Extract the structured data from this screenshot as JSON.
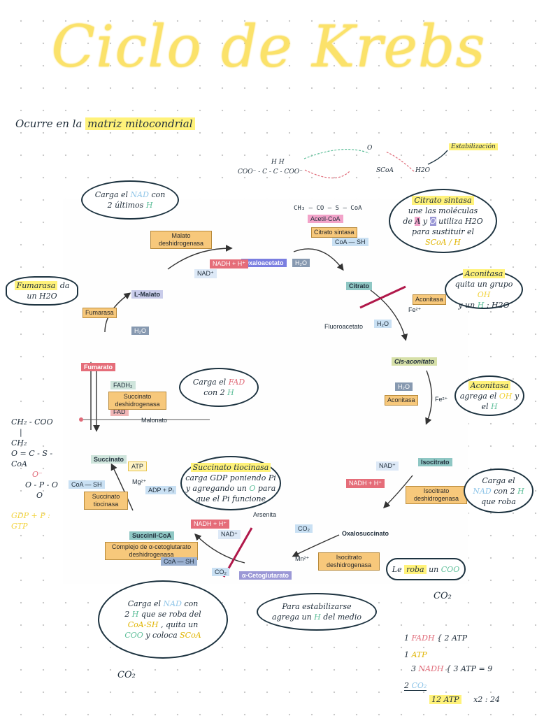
{
  "title": "Ciclo de Krebs",
  "subtitle": {
    "prefix": "Ocurre en la",
    "highlight": "matriz mitocondrial"
  },
  "stabilization": {
    "label": "Estabilización",
    "left_formula": "COO⁻ - C - C - COO⁻",
    "h_marks": "H    H",
    "acetyl": "SCoA",
    "h2o": "H2O",
    "o_mark": "O"
  },
  "cycle": {
    "acetil_coa": "Acetil-CoA",
    "acetil_struct": "CH₃ — CO — S — CoA",
    "citrato_sintasa": "Citrato sintasa",
    "coa_sh_top": "CoA — SH",
    "citrato": "Citrato",
    "aconitasa_1": "Aconitasa",
    "fe2_1": "Fe²⁺",
    "fluoroacetato": "Fluoroacetato",
    "h2o_cis": "H₂O",
    "cis_aconitato": "Cis-aconitato",
    "h2o_acon2": "H₂O",
    "aconitasa_2": "Aconitasa",
    "fe2_2": "Fe²⁺",
    "isocitrato": "Isocitrato",
    "nad_iso": "NAD⁺",
    "nadh_iso": "NADH + H⁺",
    "isocitrato_dh_1": "Isocitrato deshidrogenasa",
    "oxalosuccinato": "Oxalosuccinato",
    "co2_oxs": "CO₂",
    "mn2": "Mn²⁺",
    "isocitrato_dh_2": "Isocitrato deshidrogenasa",
    "a_cetoglutarato": "α-Cetoglutarato",
    "co2_akg": "CO₂",
    "arsenita": "Arsenita",
    "nadh_akg": "NADH + H⁺",
    "nad_akg": "NAD⁺",
    "complejo": "Complejo de α-cetoglutarato deshidrogenasa",
    "coa_sh_akg": "CoA — SH",
    "succinil_coa": "Succinil-CoA",
    "adp_pi": "ADP + Pᵢ",
    "atp": "ATP",
    "mg2": "Mg²⁺",
    "coa_sh_succ": "CoA — SH",
    "succinato_tioc": "Succinato tiocinasa",
    "succinato": "Succinato",
    "malonato": "Malonato",
    "fad": "FAD",
    "fadh2": "FADH₂",
    "succinato_dh": "Succinato deshidrogenasa",
    "fumarato": "Fumarato",
    "fumarasa": "Fumarasa",
    "h2o_fum": "H₂O",
    "l_malato": "L-Malato",
    "malato_dh": "Malato deshidrogenasa",
    "nadh_mal": "NADH + H⁺",
    "nad_mal": "NAD⁺",
    "oxaloacetato": "Oxaloacetato",
    "h2o_oxa": "H₂O"
  },
  "notes": {
    "nad_malato": {
      "l1": "Carga el",
      "nad": "NAD",
      "l1b": "con",
      "l2": "2 últimos",
      "h": "H"
    },
    "citrato_sintasa": {
      "l1": "Citrato sintasa",
      "l2": "une las moléculas",
      "l3a": "de",
      "a": "A",
      "y": "y",
      "o": "O",
      "l3b": "utiliza H2O",
      "l4": "para sustituir el",
      "l5": "SCoA / H"
    },
    "fumarasa": {
      "a": "Fumarasa",
      "b": "da",
      "c": "un H2O"
    },
    "aconitasa_1": {
      "l1": "Aconitasa",
      "l2": "quita un grupo",
      "oh": "OH",
      "l3": "y un",
      "h": "H",
      "l3b": ": H2O"
    },
    "fad": {
      "l1": "Carga el",
      "fad": "FAD",
      "l2": "con 2",
      "h": "H"
    },
    "aconitasa_2": {
      "l1": "Aconitasa",
      "l2": "agrega el",
      "oh": "OH",
      "l2b": "y",
      "l3": "el",
      "h": "H"
    },
    "succinato_tiocinasa": {
      "l1": "Succinato tiocinasa",
      "l2": "carga GDP poniendo Pi",
      "l3a": "y agregando un",
      "o": "O",
      "l3b": "para",
      "l4": "que el Pi funcione"
    },
    "nad_iso": {
      "l1": "Carga el",
      "nad": "NAD",
      "l2": "con 2",
      "h": "H",
      "l3": "que roba"
    },
    "roba_coo": {
      "a": "Le",
      "roba": "roba",
      "b": "un",
      "coo": "COO"
    },
    "co2_right": "CO₂",
    "nad_akg": {
      "l1a": "Carga el",
      "nad": "NAD",
      "l1b": "con",
      "l2a": "2",
      "h": "H",
      "l2b": "que se roba del",
      "coash": "CoA-SH",
      "l3": ", quita un",
      "coo": "COO",
      "l4": "y coloca",
      "scoa": "SCoA"
    },
    "co2_left": "CO₂",
    "estabilizarse": {
      "l1": "Para estabilizarse",
      "l2a": "agrega un",
      "h": "H",
      "l2b": "del medio"
    }
  },
  "left_formula": {
    "l1": "CH₂ - COO",
    "l2": "|",
    "l3": "CH₂",
    "l4": "O = C - S - CoA",
    "l5": "O⁻",
    "l6": "O - P - O",
    "l7": "O",
    "gdp": "GDP + P : GTP"
  },
  "tally": {
    "fadh": {
      "n": "1",
      "name": "FADH",
      "atp": "2 ATP"
    },
    "atp": {
      "n": "1",
      "name": "ATP"
    },
    "nadh": {
      "n": "3",
      "name": "NADH",
      "atp": "3 ATP = 9"
    },
    "co2": {
      "n": "2",
      "name": "CO₂"
    },
    "total": "12 ATP",
    "mult": "x2 : 24"
  },
  "colors": {
    "title": "#fbe26a",
    "highlight": "#fff27a",
    "enzyme": "#f7c87b",
    "ink": "#1d3340",
    "red_bar": "#b0184a"
  }
}
